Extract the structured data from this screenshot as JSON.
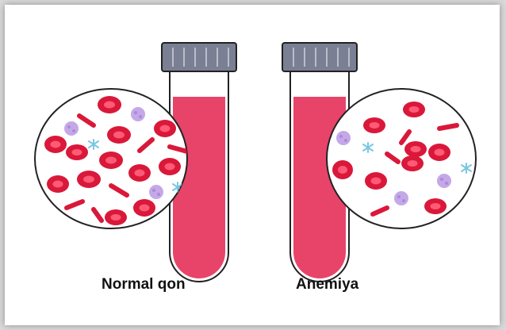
{
  "labels": {
    "normal": "Normal qon",
    "anemia": "Anemiya"
  },
  "colors": {
    "blood": "#e8446a",
    "red_cell": "#d9183a",
    "red_cell_center": "#ff5a76",
    "white_cell": "#c4a8e8",
    "platelet": "#79c7e0",
    "cap": "#7a7f93",
    "outline": "#222222"
  },
  "panels": [
    {
      "name": "normal",
      "blood_fill_fraction": 0.83
    },
    {
      "name": "anemia",
      "blood_fill_fraction": 0.83
    }
  ],
  "icons": [
    "test-tube-icon",
    "red-blood-cell-icon",
    "white-blood-cell-icon",
    "platelet-icon"
  ]
}
